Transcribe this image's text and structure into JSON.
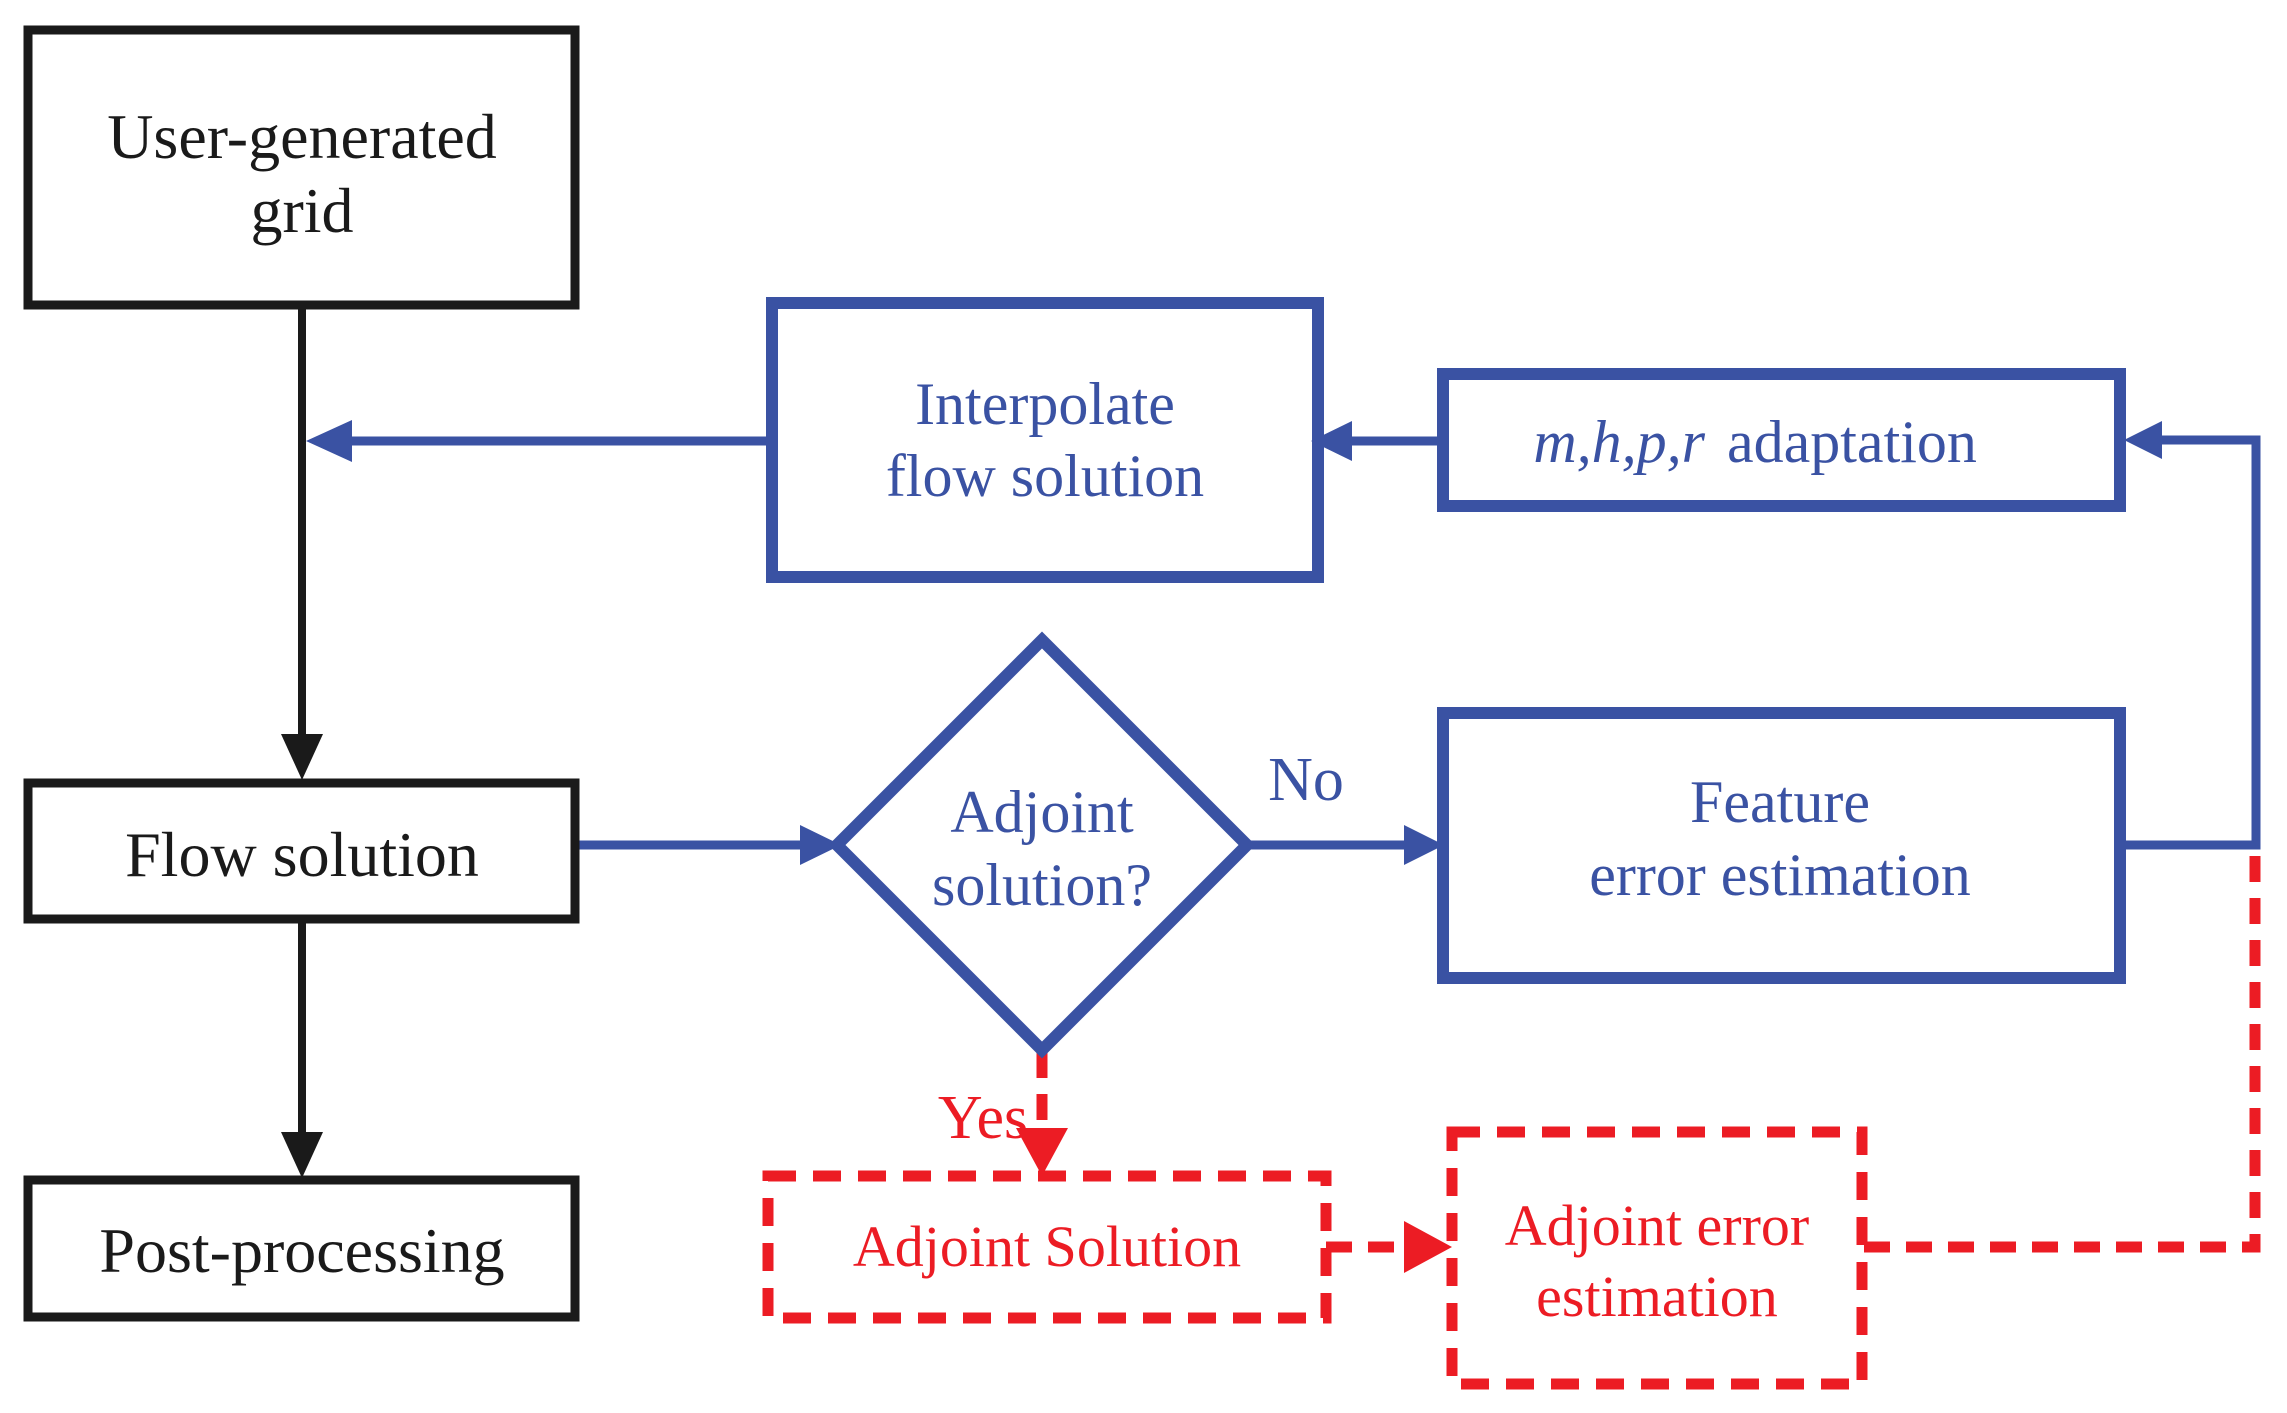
{
  "diagram": {
    "type": "flowchart",
    "colors": {
      "blue": "#3A52A3",
      "red": "#EC1C24",
      "black": "#1A1A1A",
      "background": "#FFFFFF"
    },
    "nodes": {
      "user_grid": {
        "line1": "User-generated",
        "line2": "grid"
      },
      "interpolate": {
        "line1": "Interpolate",
        "line2": "flow solution"
      },
      "adaptation": {
        "math": "m,h,p,r",
        "word": "adaptation"
      },
      "flow_solution": {
        "label": "Flow solution"
      },
      "decision": {
        "line1": "Adjoint",
        "line2": "solution?"
      },
      "feature_error": {
        "line1": "Feature",
        "line2": "error estimation"
      },
      "post_processing": {
        "label": "Post-processing"
      },
      "adjoint_solution": {
        "label": "Adjoint Solution"
      },
      "adjoint_error": {
        "line1": "Adjoint error",
        "line2": "estimation"
      }
    },
    "edge_labels": {
      "no": "No",
      "yes": "Yes"
    }
  }
}
